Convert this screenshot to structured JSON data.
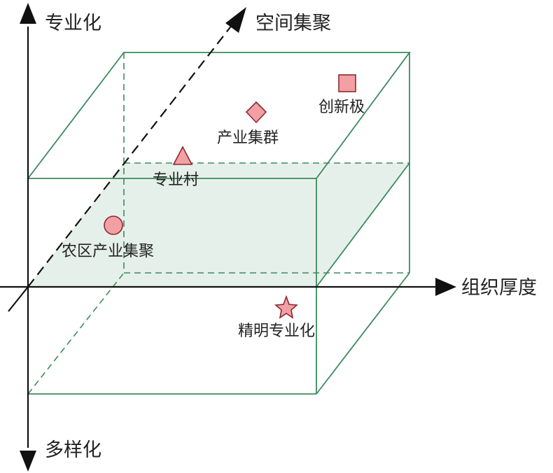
{
  "axes": {
    "up": "专业化",
    "down": "多样化",
    "right": "组织厚度",
    "diagonal": "空间集聚"
  },
  "points": [
    {
      "label": "农区产业集聚",
      "marker": "circle-icon"
    },
    {
      "label": "专业村",
      "marker": "triangle-icon"
    },
    {
      "label": "产业集群",
      "marker": "diamond-icon"
    },
    {
      "label": "创新极",
      "marker": "square-icon"
    },
    {
      "label": "精明专业化",
      "marker": "star-icon"
    }
  ],
  "colors": {
    "box_edge": "#3d8a5e",
    "plane_fill": "#e6f0ea",
    "marker_fill": "#f2a0a4",
    "marker_stroke": "#8a2a30",
    "axis": "#111111"
  }
}
